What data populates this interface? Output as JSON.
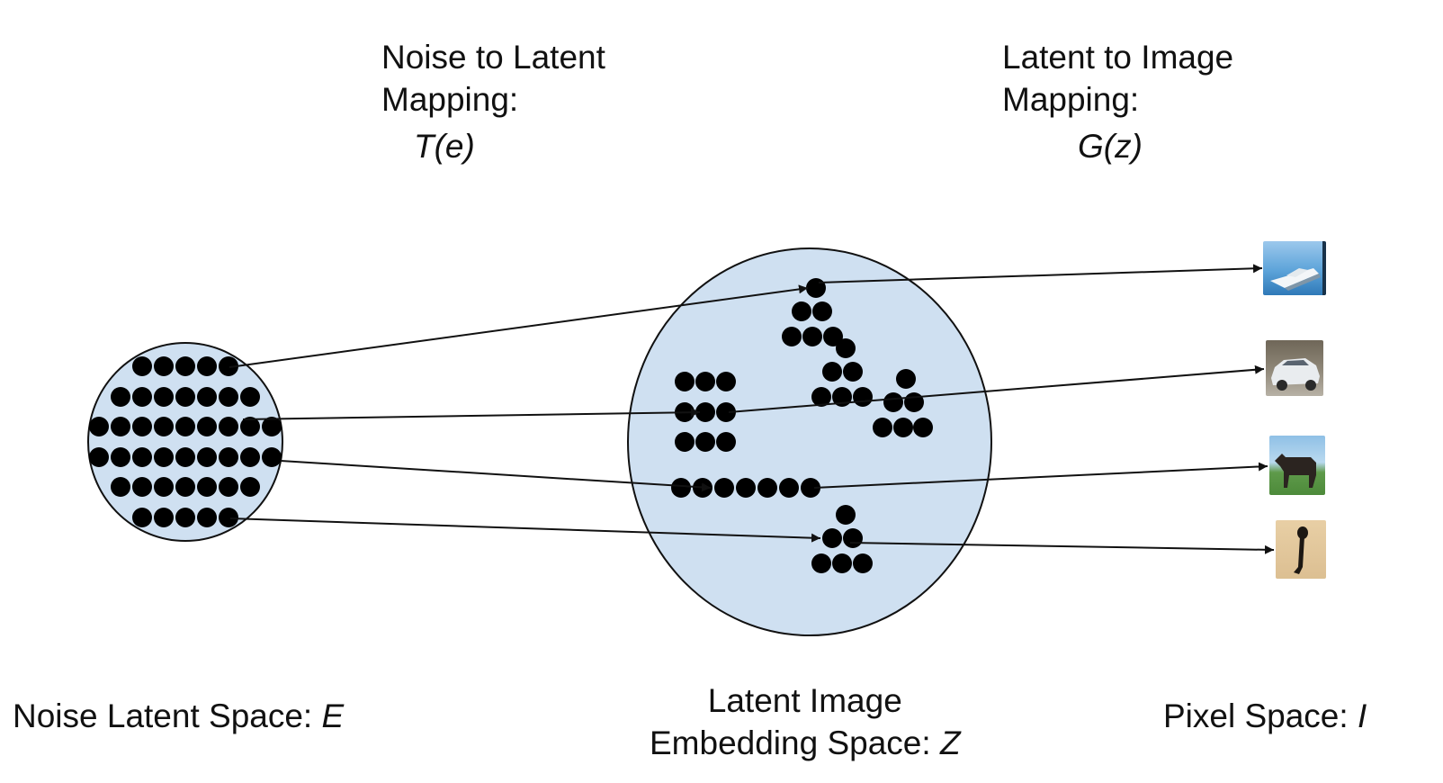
{
  "labels": {
    "noise_to_latent_line1": "Noise to Latent",
    "noise_to_latent_line2": "Mapping:",
    "noise_to_latent_fn": "T(e)",
    "latent_to_image_line1": "Latent to Image",
    "latent_to_image_line2": "Mapping:",
    "latent_to_image_fn": "G(z)",
    "noise_space_text": "Noise Latent Space: ",
    "noise_space_symbol": "E",
    "latent_space_line1": "Latent Image",
    "latent_space_text": "Embedding Space: ",
    "latent_space_symbol": "Z",
    "pixel_space_text": "Pixel Space: ",
    "pixel_space_symbol": "I"
  },
  "colors": {
    "circle_fill": "#cfe0f1",
    "stroke": "#111111",
    "dot": "#000000"
  },
  "images": [
    {
      "name": "boat-image"
    },
    {
      "name": "car-image"
    },
    {
      "name": "horse-image"
    },
    {
      "name": "ostrich-image"
    }
  ]
}
